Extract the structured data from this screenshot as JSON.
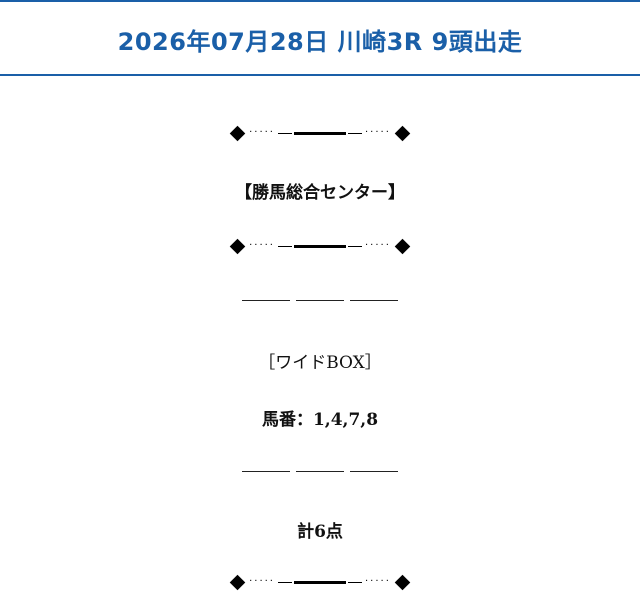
{
  "header": {
    "title": "2026年07月28日 川崎3R 9頭出走",
    "accent_color": "#1a5fa8"
  },
  "content": {
    "source_label": "【勝馬総合センター】",
    "bet_type": "［ワイドBOX］",
    "horses": "馬番：1,4,7,8",
    "total": "計6点"
  },
  "ornament": {
    "left_dots": "·····",
    "right_dots": "·····"
  }
}
